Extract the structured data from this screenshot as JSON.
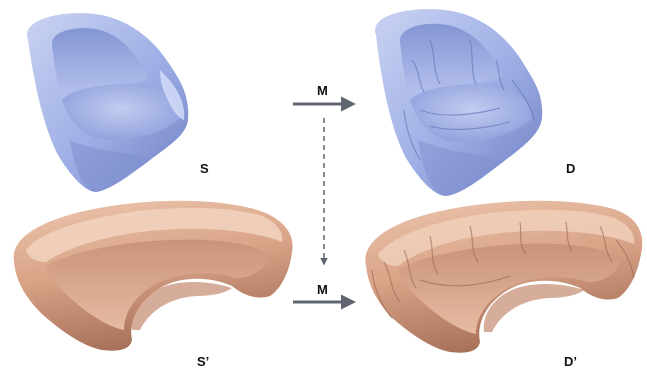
{
  "figure": {
    "labels": {
      "source_chair": "S",
      "deformed_chair": "D",
      "source_sofa": "S’",
      "deformed_sofa": "D’",
      "arrow_top": "M",
      "arrow_bottom": "M"
    },
    "colors": {
      "chair_light": "#c9d3f2",
      "chair_mid": "#9eaee5",
      "chair_dark": "#6f7fc2",
      "sofa_light": "#ecc6ad",
      "sofa_mid": "#d9a488",
      "sofa_dark": "#a9725a",
      "arrow": "#5f6670"
    }
  }
}
